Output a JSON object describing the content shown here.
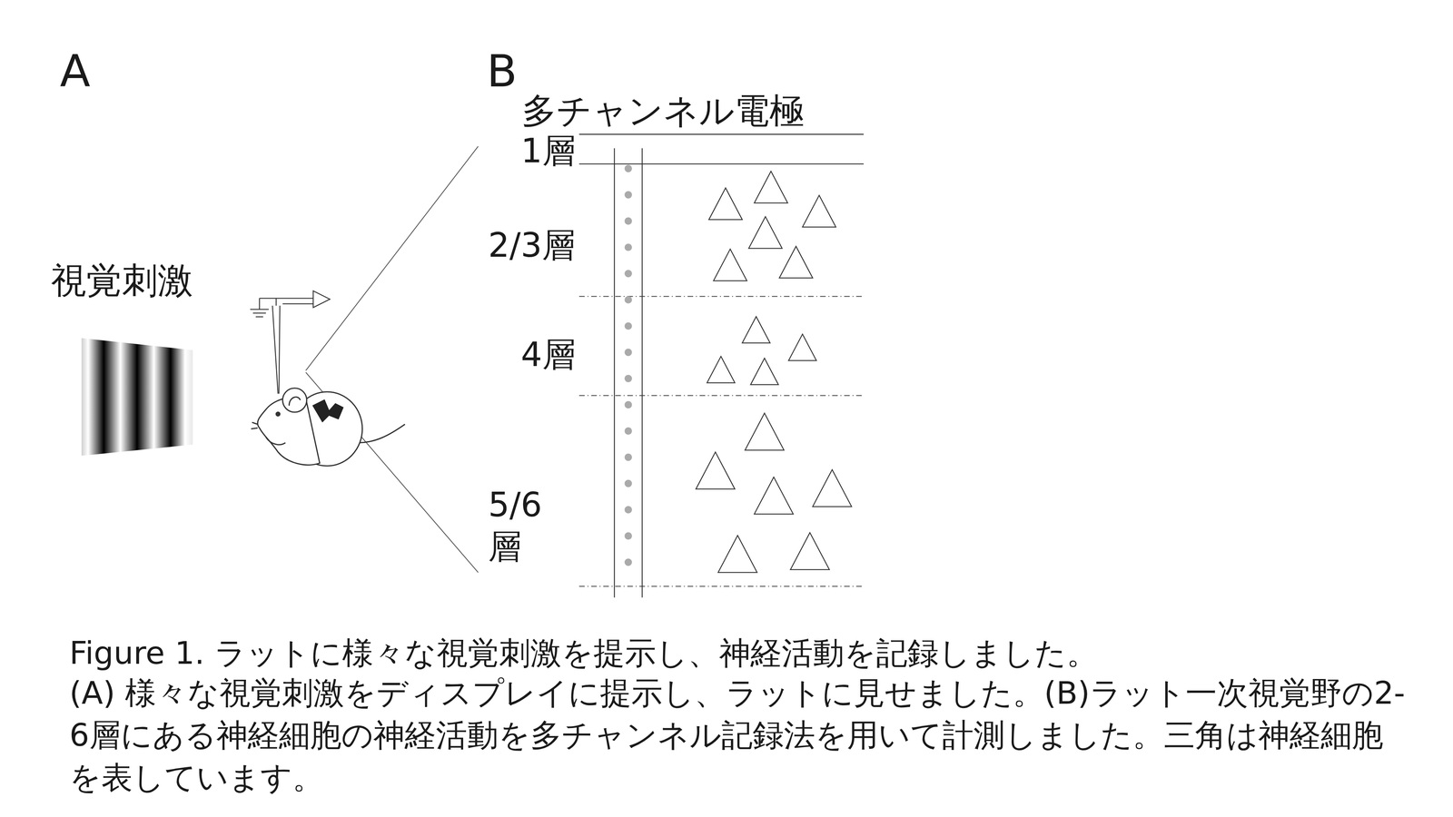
{
  "diagram": {
    "caption": "Figure 1. ラットに様々な視覚刺激を提示し、神経活動を記録しました。",
    "labels": [
      "A",
      "B",
      "視覚刺激",
      "多チャンネル電極",
      "1層",
      "2/3層",
      "4層",
      "5/6 層",
      "(A) 様々な視覚刺激をディスプレイに提示し、ラットに見せました。(B)ラット一次視覚野の2-6層にある神経細胞の神経活動を多チャンネル記録法を用いて計測しました。三角は神経細胞を表しています。"
    ]
  }
}
